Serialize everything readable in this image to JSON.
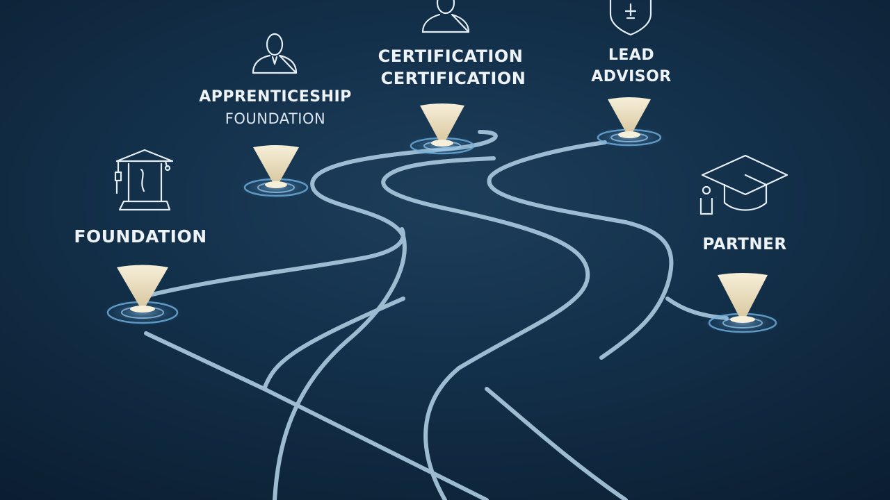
{
  "stages": [
    {
      "id": "foundation",
      "label": "FOUNDATION",
      "sublabel": "",
      "icon": "academic-building-icon"
    },
    {
      "id": "apprenticeship",
      "label": "APPRENTICESHIP",
      "sublabel": "FOUNDATION",
      "icon": "person-icon"
    },
    {
      "id": "certification",
      "label": "CERTIFICATION",
      "sublabel": "CERTIFICATION",
      "icon": "person-icon"
    },
    {
      "id": "lead-advisor",
      "label": "LEAD",
      "sublabel": "ADVISOR",
      "icon": "shield-icon"
    },
    {
      "id": "partner",
      "label": "PARTNER",
      "sublabel": "",
      "icon": "graduation-cap-icon"
    }
  ],
  "colors": {
    "background": "#13304a",
    "path": "#a9c8de",
    "marker": "#f1e6c8",
    "glow": "#7fb7e2",
    "text": "#eef3f8"
  }
}
